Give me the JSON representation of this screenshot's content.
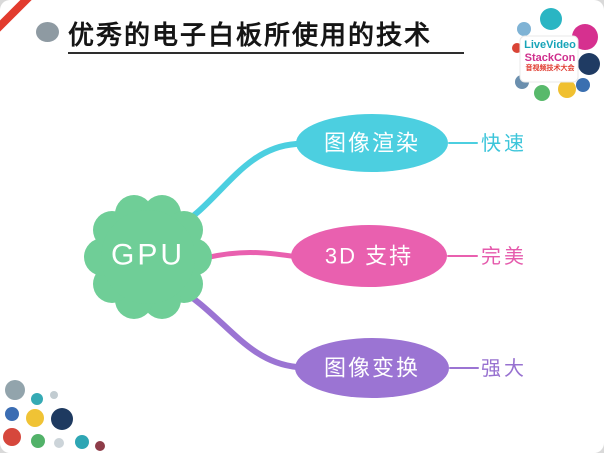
{
  "slide": {
    "title": "优秀的电子白板所使用的技术"
  },
  "logo": {
    "line1": "LiveVideo",
    "line2": "StackCon",
    "tagline": "音视频技术大会"
  },
  "icons": {
    "header_bullet": "speech-bubble",
    "corner": "red-ribbon"
  },
  "mindmap": {
    "center": {
      "label": "GPU",
      "color": "#6fce97"
    },
    "branches": [
      {
        "label": "图像渲染",
        "note": "快速",
        "color": "#4ccfe0"
      },
      {
        "label": "3D 支持",
        "note": "完美",
        "color": "#e960af"
      },
      {
        "label": "图像变换",
        "note": "强大",
        "color": "#9b74d3"
      }
    ]
  }
}
